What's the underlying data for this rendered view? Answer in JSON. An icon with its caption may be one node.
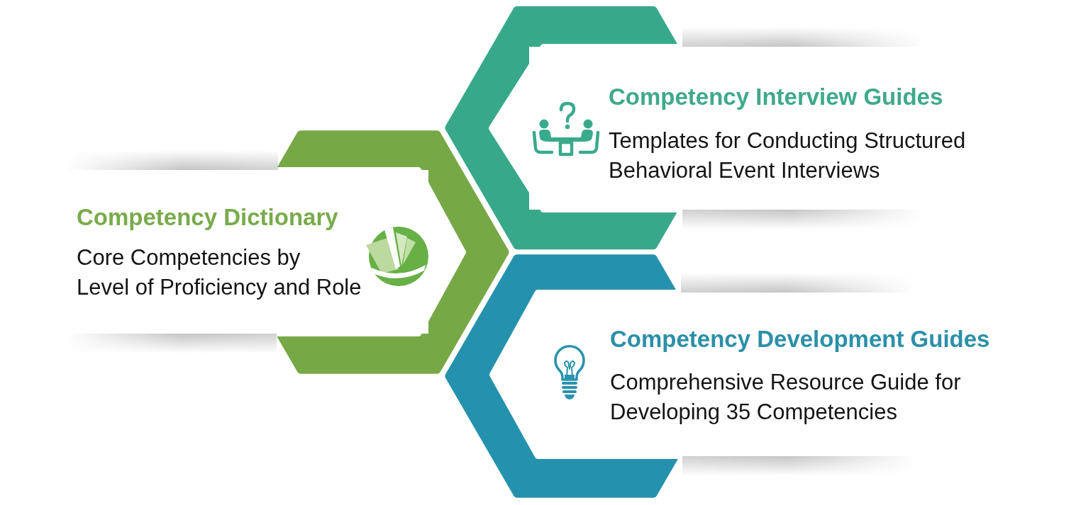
{
  "diagram": {
    "nodes": [
      {
        "text": [
          "Competency Dictionary",
          "Core Competencies by Level of Proficiency and Role"
        ]
      },
      {
        "text": [
          "Competency Interview Guides",
          "Templates for Conducting Structured Behavioral Event Interviews"
        ]
      },
      {
        "text": [
          "Competency Development Guides",
          "Comprehensive Resource Guide for Developing 35 Competencies"
        ]
      }
    ]
  }
}
